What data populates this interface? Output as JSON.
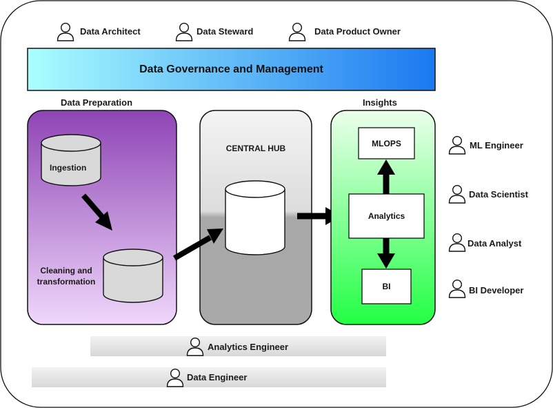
{
  "top_roles": [
    "Data Architect",
    "Data Steward",
    "Data Product Owner"
  ],
  "banner": {
    "title": "Data Governance and Management",
    "gradient_start": "#aaffff",
    "gradient_end": "#1a78f0"
  },
  "prep": {
    "title": "Data Preparation",
    "ingestion": "Ingestion",
    "cleaning": "Cleaning and\ntransformation",
    "color_top": "#8e44b5",
    "color_bottom": "#f0d8fb"
  },
  "hub": {
    "title": "CENTRAL HUB"
  },
  "insights": {
    "title": "Insights",
    "mlops": "MLOPS",
    "analytics": "Analytics",
    "bi": "BI",
    "color_top": "#ecffec",
    "color_bottom": "#22ff44"
  },
  "side_roles": [
    "ML Engineer",
    "Data Scientist",
    "Data Analyst",
    "BI Developer"
  ],
  "bottom_bars": [
    "Analytics Engineer",
    "Data Engineer"
  ]
}
